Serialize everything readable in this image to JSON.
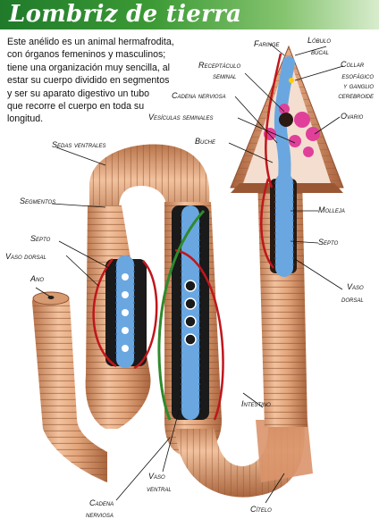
{
  "title": "Lombriz de tierra",
  "intro_lines": [
    "Este anélido es un animal hermafrodita,",
    "con órganos femeninos y masculinos;",
    "tiene una organización muy sencilla, al",
    "estar su cuerpo dividido en segmentos",
    "y ser su aparato digestivo un tubo",
    "que recorre el cuerpo en toda su",
    "longitud."
  ],
  "labels": {
    "faringe": "Faringe",
    "lobulo_bucal_1": "Lóbulo",
    "lobulo_bucal_2": "bucal",
    "receptaculo_1": "Receptáculo",
    "receptaculo_2": "seminal",
    "collar": "Collar",
    "esofagico_1": "esofágico",
    "esofagico_2": "y ganglio",
    "esofagico_3": "cerebroide",
    "cadena_nerviosa_top": "Cadena nerviosa",
    "vesiculas": "Vesículas seminales",
    "ovario": "Ovario",
    "buche": "Buche",
    "sedas": "Sedas ventrales",
    "segmentos": "Segmentos",
    "molleja": "Molleja",
    "septo_left": "Septo",
    "septo_right": "Septo",
    "vaso_dorsal_left": "Vaso dorsal",
    "vaso_dorsal_right_1": "Vaso",
    "vaso_dorsal_right_2": "dorsal",
    "ano": "Ano",
    "intestino": "Intestino",
    "vaso_ventral_1": "Vaso",
    "vaso_ventral_2": "ventral",
    "cadena_bottom_1": "Cadena",
    "cadena_bottom_2": "nerviosa",
    "citelo": "Cítelo"
  },
  "colors": {
    "title_bar": "#2e8b35",
    "worm_body": "#e0a57b",
    "worm_shadow": "#b8744a",
    "intestine": "#6aa7e0",
    "dorsal_vessel": "#c0161c",
    "ventral_vessel": "#2f8a2c",
    "ovary": "#e0409a"
  }
}
